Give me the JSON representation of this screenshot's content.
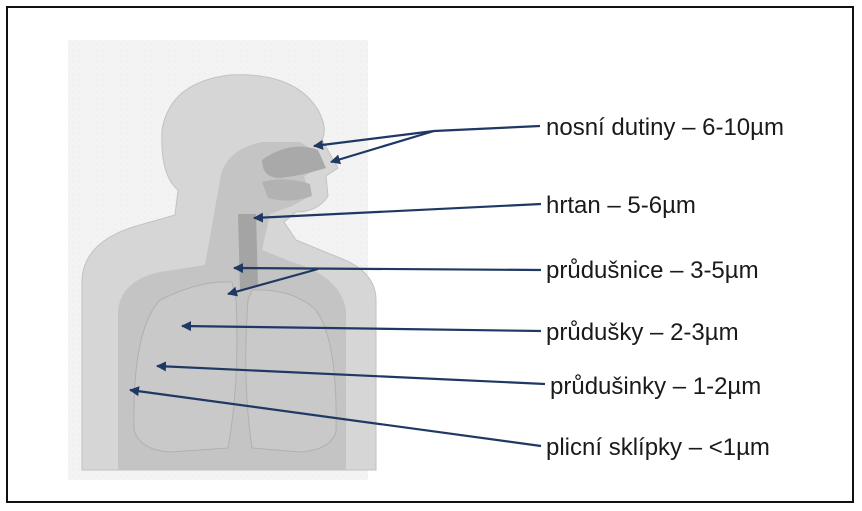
{
  "labels": {
    "nasal": "nosní dutiny – 6-10µm",
    "larynx": "hrtan – 5-6µm",
    "trachea": "průdušnice – 3-5µm",
    "bronchi": "průdušky – 2-3µm",
    "bronchioles": "průdušinky – 1-2µm",
    "alveoli": "plicní sklípky – <1µm"
  },
  "colors": {
    "arrow": "#1f3864",
    "silhouette": "#d3d3d3",
    "inner_body": "#b9b9b9",
    "lungs": "#cacaca",
    "airway": "#a8a8a8",
    "frame": "#111111"
  }
}
